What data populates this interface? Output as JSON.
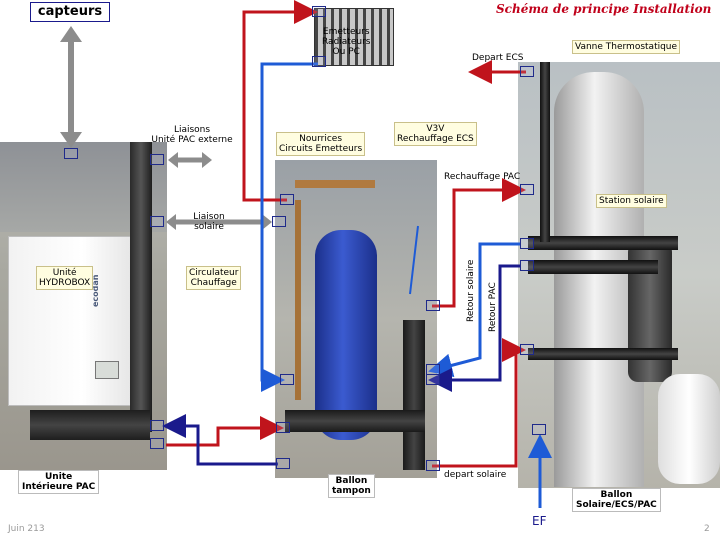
{
  "title": "Schéma de principe Installation",
  "capteurs": "capteurs",
  "footer": {
    "date": "Juin 213",
    "page": "2"
  },
  "labels": {
    "liaisons_pac": [
      "Liaisons",
      "Unité PAC externe"
    ],
    "liaison_solaire": [
      "Liaison",
      "solaire"
    ],
    "depart_ecs": "Depart ECS",
    "rechauffage_pac": "Rechauffage PAC",
    "retour_solaire": "Retour solaire",
    "retour_pac": "Retour PAC",
    "depart_solaire": "depart solaire",
    "ef": "EF"
  },
  "callouts": {
    "emetteurs": [
      "Emetteurs",
      "Radiateurs",
      "Ou PC"
    ],
    "nourrices": [
      "Nourrices",
      "Circuits Emetteurs"
    ],
    "v3v": [
      "V3V",
      "Rechauffage ECS"
    ],
    "vanne": "Vanne Thermostatique",
    "station": "Station solaire",
    "hydrobox": [
      "Unité",
      "HYDROBOX"
    ],
    "circulateur": [
      "Circulateur",
      "Chauffage"
    ]
  },
  "boxes": {
    "unite": [
      "Unite",
      "Intérieure PAC"
    ],
    "ballon_tampon": [
      "Ballon",
      "tampon"
    ],
    "ballon_solaire": [
      "Ballon",
      "Solaire/ECS/PAC"
    ]
  },
  "brand": "ecodan",
  "colors": {
    "hot": "#c0141c",
    "cold": "#1e5bd6",
    "dark": "#1a1a8c",
    "grey": "#8c8c8c",
    "title": "#c0001a"
  }
}
